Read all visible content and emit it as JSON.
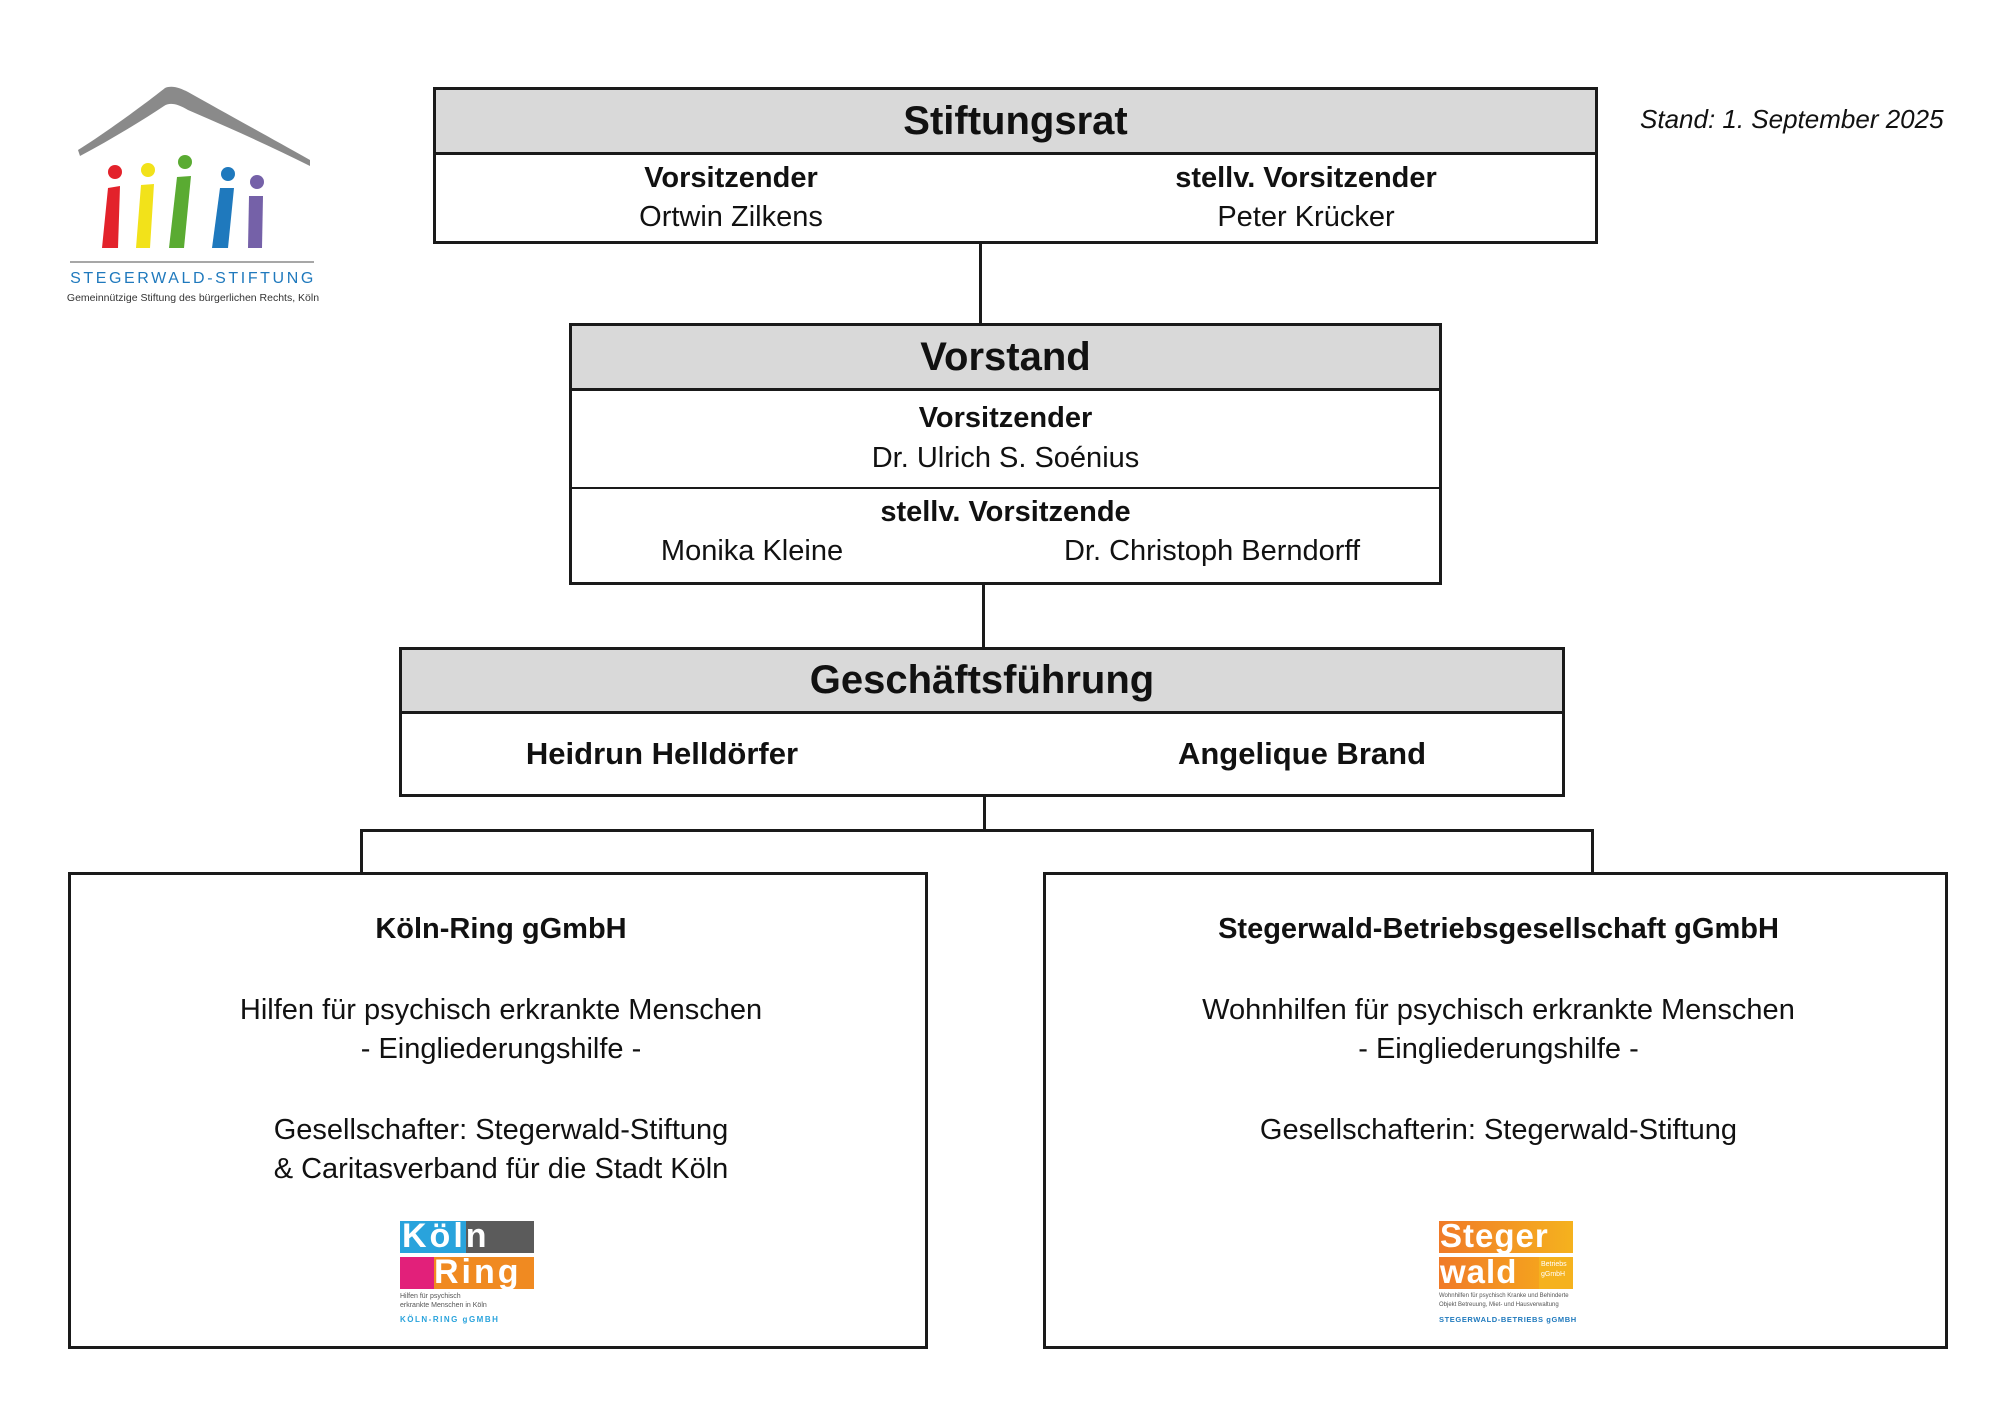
{
  "logo": {
    "name": "STEGERWALD-STIFTUNG",
    "subtitle": "Gemeinnützige Stiftung des bürgerlichen Rechts, Köln",
    "figure_colors": [
      "#e3222b",
      "#f2e21a",
      "#5aab32",
      "#1f79bd",
      "#7561a8"
    ],
    "roof_color": "#8a8a8a"
  },
  "stand": "Stand: 1. September 2025",
  "stiftungsrat": {
    "title": "Stiftungsrat",
    "left_role": "Vorsitzender",
    "left_name": "Ortwin Zilkens",
    "right_role": "stellv. Vorsitzender",
    "right_name": "Peter Krücker"
  },
  "vorstand": {
    "title": "Vorstand",
    "chair_role": "Vorsitzender",
    "chair_name": "Dr. Ulrich S. Soénius",
    "deputy_role": "stellv. Vorsitzende",
    "deputy_left": "Monika Kleine",
    "deputy_right": "Dr. Christoph Berndorff"
  },
  "geschaeftsfuehrung": {
    "title": "Geschäftsführung",
    "left": "Heidrun Helldörfer",
    "right": "Angelique Brand"
  },
  "koelnring": {
    "title": "Köln-Ring gGmbH",
    "desc1": "Hilfen für psychisch erkrankte Menschen",
    "desc2": "- Eingliederungshilfe -",
    "owner1": "Gesellschafter: Stegerwald-Stiftung",
    "owner2": "& Caritasverband für die Stadt Köln",
    "logo": {
      "word1": "Köln",
      "word2": "Ring",
      "tag1": "Hilfen für psychisch",
      "tag2": "erkrankte Menschen in Köln",
      "footer": "KÖLN-RING gGMBH",
      "colors": {
        "blue": "#29a3dc",
        "gray": "#5b5b5b",
        "pink": "#e2207a",
        "orange": "#f08a21"
      }
    }
  },
  "stegerwald_betrieb": {
    "title": "Stegerwald-Betriebsgesellschaft gGmbH",
    "desc1": "Wohnhilfen für psychisch erkrankte Menschen",
    "desc2": "- Eingliederungshilfe -",
    "owner1": "Gesellschafterin: Stegerwald-Stiftung",
    "logo": {
      "word1": "Steger",
      "word2": "wald",
      "side1": "Betriebs",
      "side2": "gGmbH",
      "tag1": "Wohnhilfen für psychisch Kranke und Behinderte",
      "tag2": "Objekt Betreuung, Miet- und Hausverwaltung",
      "footer": "STEGERWALD-BETRIEBS gGMBH",
      "colors": {
        "orange": "#f07a28",
        "yellow": "#f5b21e"
      }
    }
  }
}
